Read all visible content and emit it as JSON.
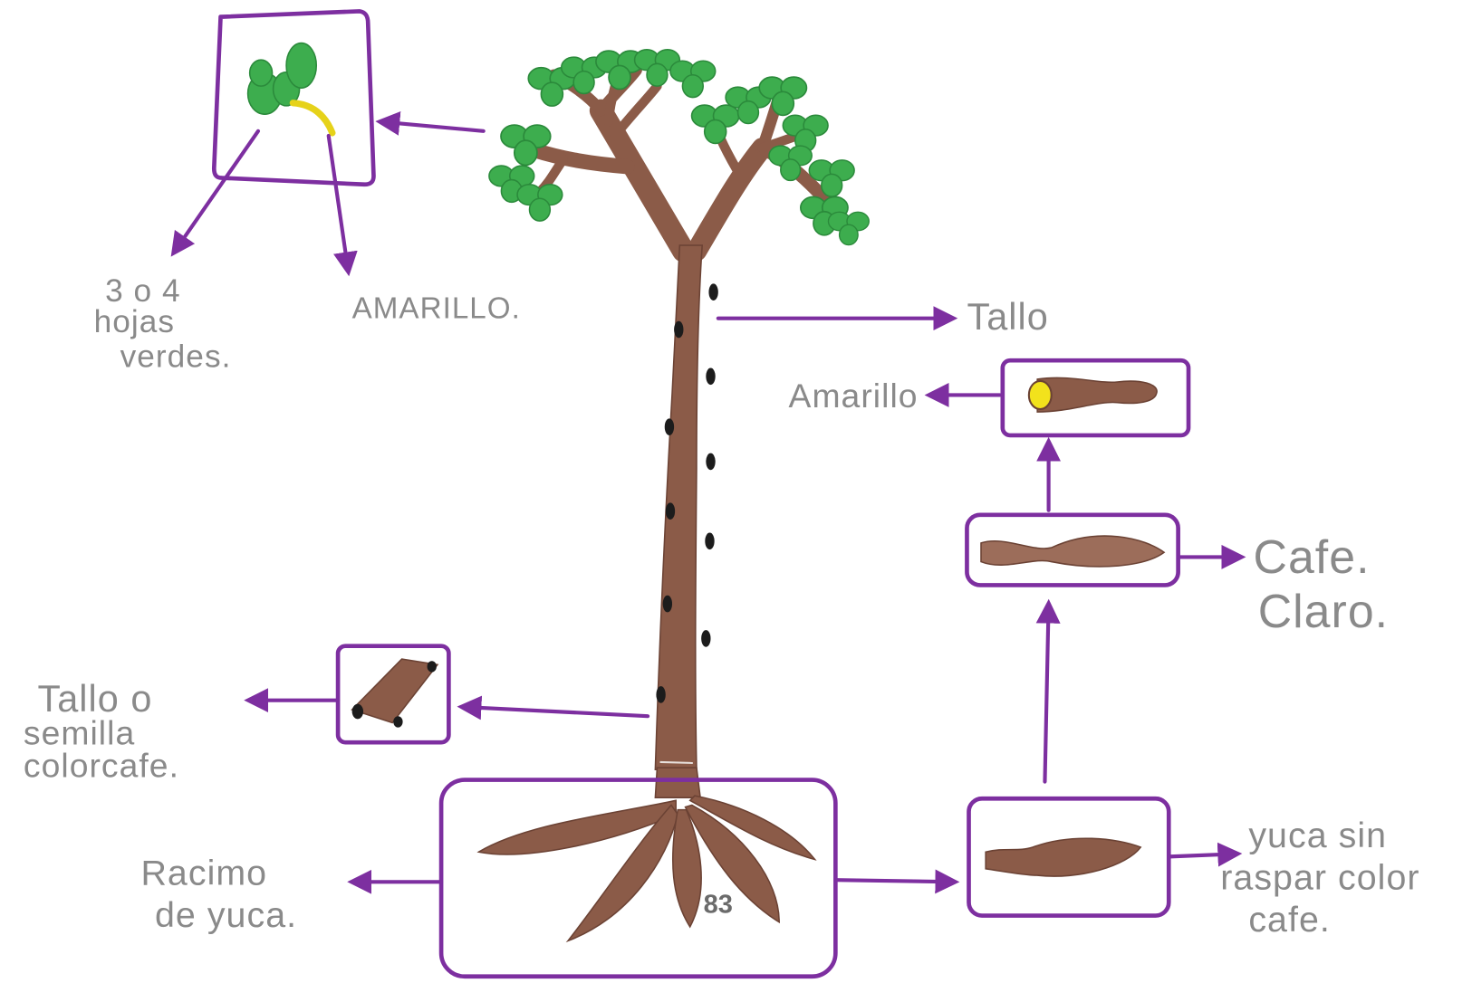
{
  "page_number": "83",
  "labels": {
    "leaves": [
      "3 o 4",
      "hojas",
      "verdes."
    ],
    "sprout_stem": "AMARILLO.",
    "stem": "Tallo",
    "cut_root": "Amarillo",
    "light_root": [
      "Cafe.",
      "Claro."
    ],
    "cutting": [
      "Tallo o",
      "semilla",
      "colorcafe."
    ],
    "root_cluster": [
      "Racimo",
      "de yuca."
    ],
    "unpeeled_root": [
      "yuca sin",
      "raspar color",
      "cafe."
    ]
  },
  "colors": {
    "outline": "#7d2fa0",
    "trunk": "#8b5b48",
    "leaf": "#3dad4e",
    "flesh": "#f2e21c",
    "text": "#8a8a8a"
  }
}
